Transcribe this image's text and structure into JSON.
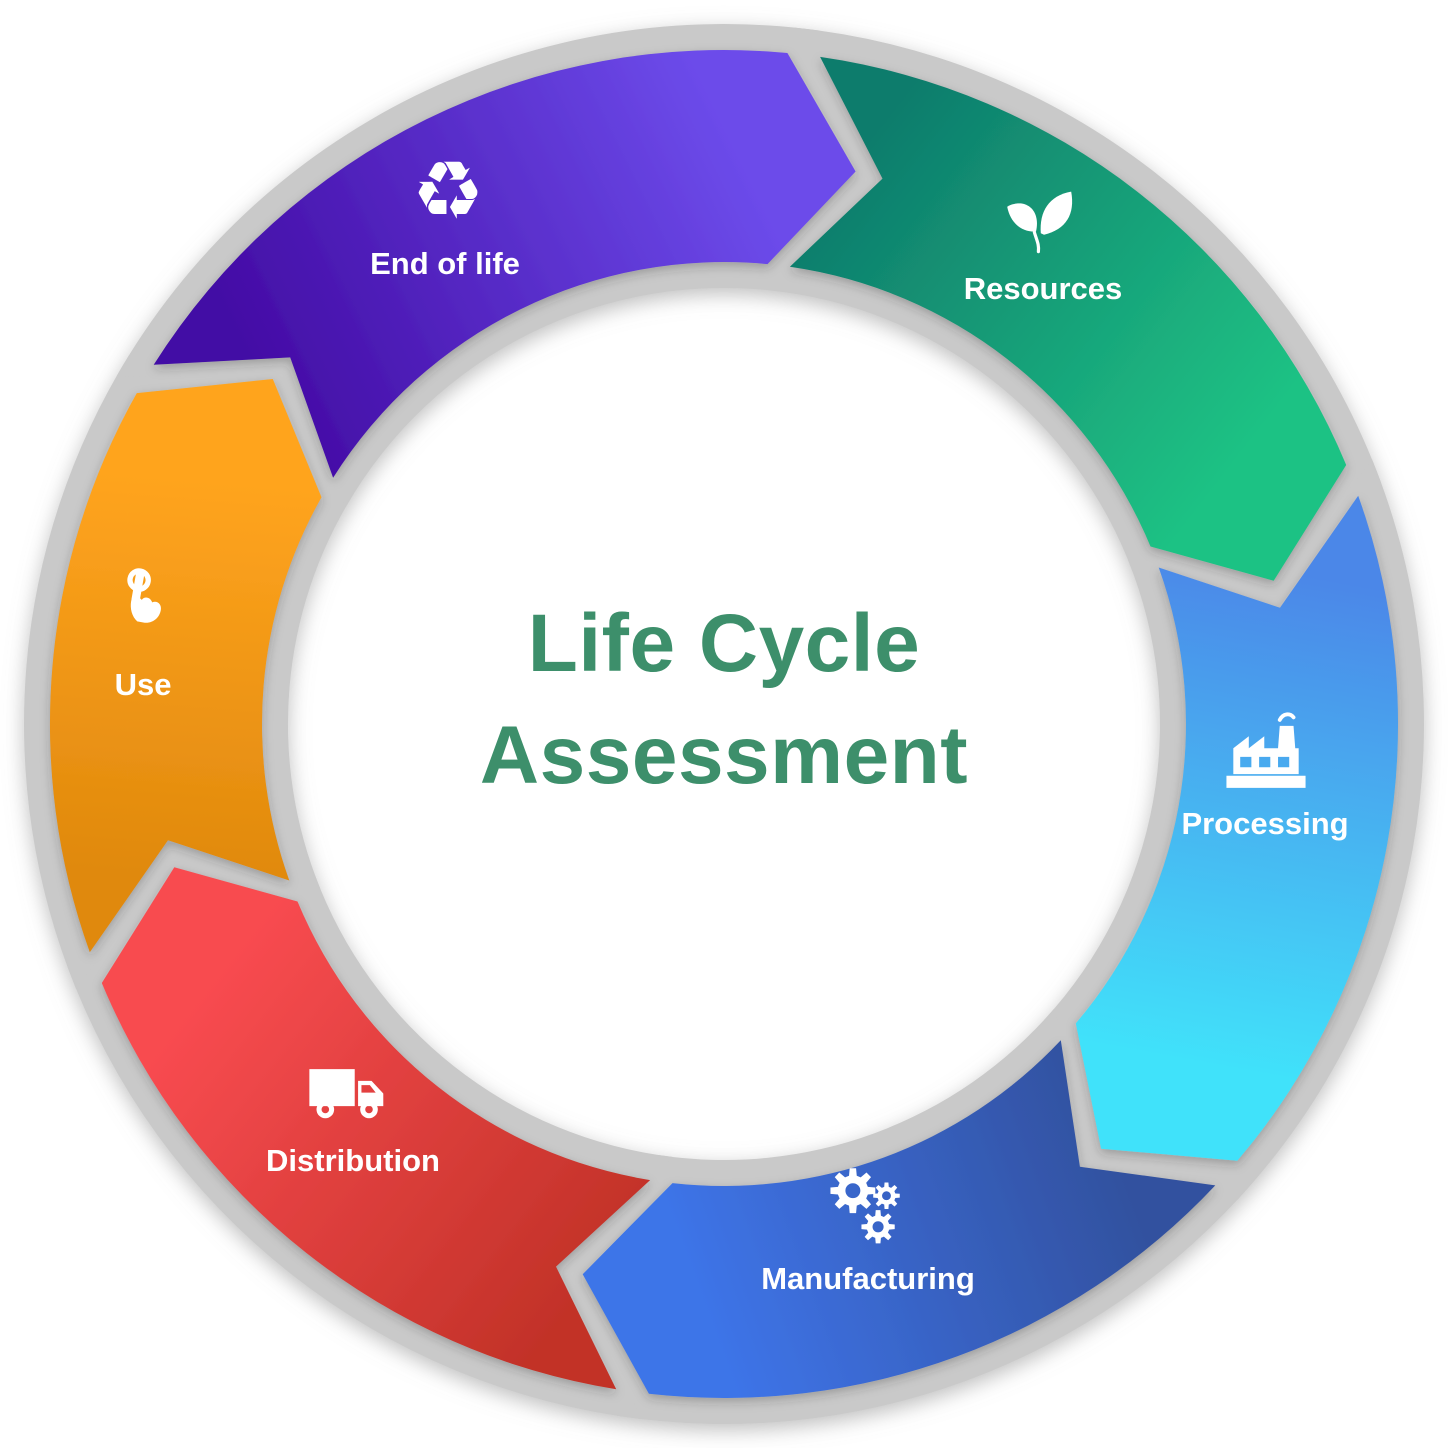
{
  "title": {
    "line1": "Life Cycle",
    "line2": "Assessment",
    "color": "#3D8F6B"
  },
  "ring_color": "#C9C9C9",
  "label_color": "#FFFFFF",
  "segments": [
    {
      "id": "resources",
      "label": "Resources",
      "icon": "leaf-icon",
      "color_tail": "#0E7C6C",
      "color_head": "#1FC284"
    },
    {
      "id": "processing",
      "label": "Processing",
      "icon": "factory-icon",
      "color_tail": "#4C87E8",
      "color_head": "#41E2FA"
    },
    {
      "id": "manufacturing",
      "label": "Manufacturing",
      "icon": "gears-icon",
      "color_tail": "#32519F",
      "color_head": "#3E74E8"
    },
    {
      "id": "distribution",
      "label": "Distribution",
      "icon": "truck-icon",
      "color_tail": "#C23228",
      "color_head": "#F84B50"
    },
    {
      "id": "use",
      "label": "Use",
      "icon": "touch-icon",
      "color_tail": "#E0890D",
      "color_head": "#FFA41E"
    },
    {
      "id": "end_of_life",
      "label": "End of life",
      "icon": "recycle-icon",
      "color_tail": "#430CA5",
      "color_head": "#6C4BEA"
    }
  ]
}
